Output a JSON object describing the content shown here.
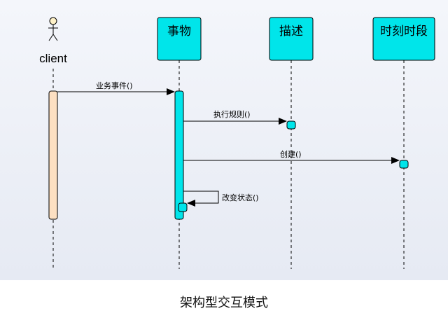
{
  "lifelines": {
    "client": "client",
    "event": "事物",
    "description": "描述",
    "period": "时刻时段"
  },
  "messages": {
    "business_event": "业务事件()",
    "execute_rules": "执行规则()",
    "create": "创建()",
    "change_state": "改变状态()"
  },
  "caption": "架构型交互模式",
  "colors": {
    "lifeline_box": "#00e5ea",
    "activation": "#00e5ea",
    "client_activation": "#fde0c2",
    "actor_head": "#fff2c8",
    "line": "#000000"
  }
}
